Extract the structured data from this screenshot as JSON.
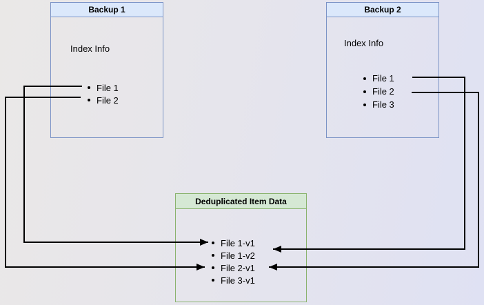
{
  "diagram": {
    "backup1": {
      "title": "Backup 1",
      "subtitle": "Index Info",
      "files": [
        "File 1",
        "File 2"
      ]
    },
    "backup2": {
      "title": "Backup 2",
      "subtitle": "Index Info",
      "files": [
        "File 1",
        "File 2",
        "File 3"
      ]
    },
    "dedup": {
      "title": "Deduplicated Item Data",
      "items": [
        "File 1-v1",
        "File 1-v2",
        "File 2-v1",
        "File 3-v1"
      ]
    },
    "connections": [
      {
        "from": "Backup 1 / File 1",
        "to": "File 1-v1"
      },
      {
        "from": "Backup 1 / File 2",
        "to": "File 2-v1"
      },
      {
        "from": "Backup 2 / File 1",
        "to": "File 1-v2"
      },
      {
        "from": "Backup 2 / File 2",
        "to": "File 2-v1"
      }
    ],
    "colors": {
      "backup_border": "#7b93c6",
      "backup_header_fill": "#dbe8fb",
      "dedup_border": "#8ab36e",
      "dedup_header_fill": "#d5e8d4",
      "arrow": "#000000",
      "text": "#000000"
    }
  }
}
